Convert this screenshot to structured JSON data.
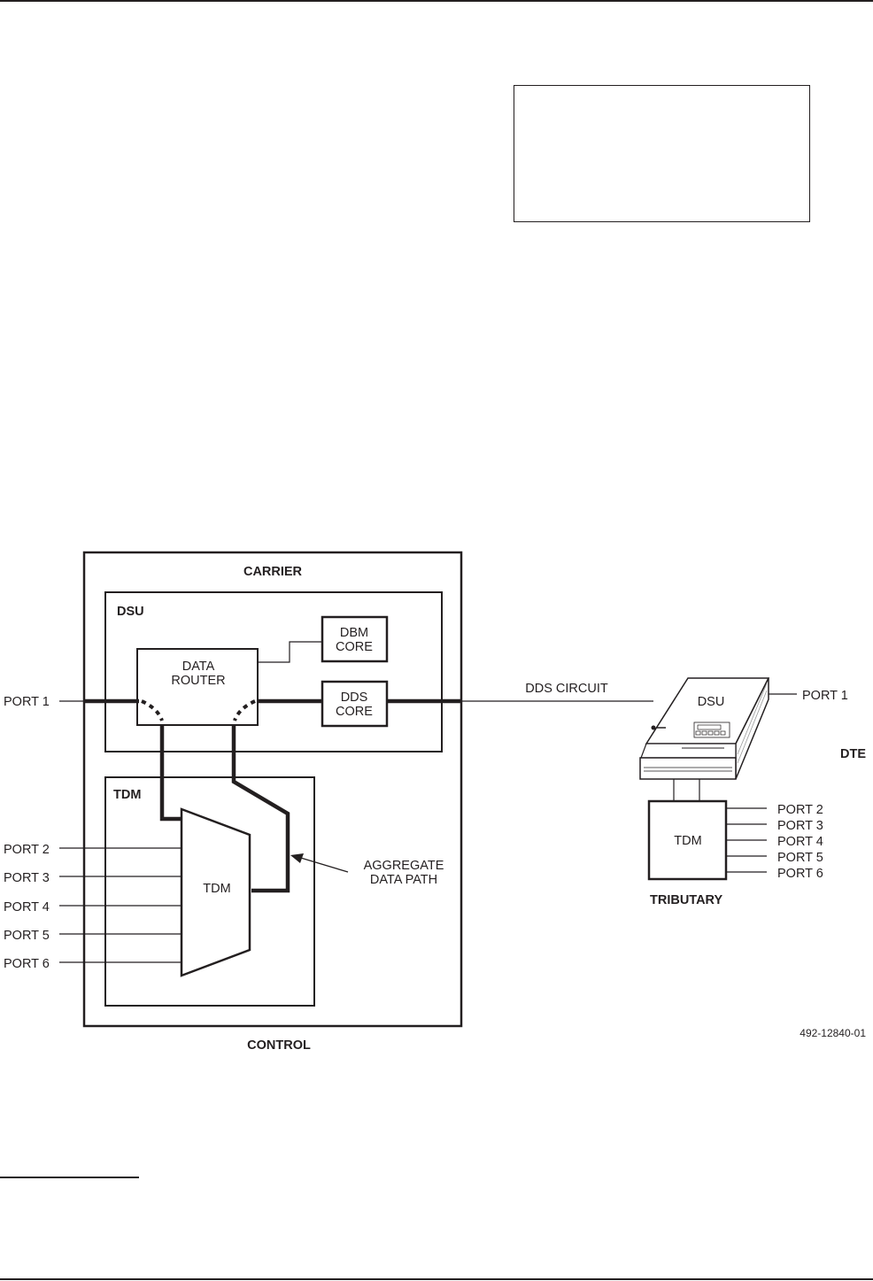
{
  "page": {
    "figure_id": "492-12840-01"
  },
  "diagram": {
    "carrier": {
      "title": "CARRIER",
      "footer": "CONTROL",
      "dsu": {
        "title": "DSU",
        "data_router": [
          "DATA",
          "ROUTER"
        ],
        "dbm_core": [
          "DBM",
          "CORE"
        ],
        "dds_core": [
          "DDS",
          "CORE"
        ]
      },
      "tdm": {
        "title": "TDM",
        "mux_label": "TDM"
      },
      "ports_left": {
        "port1": "PORT 1",
        "tdm_ports": [
          "PORT 2",
          "PORT 3",
          "PORT 4",
          "PORT 5",
          "PORT 6"
        ]
      },
      "annotation": [
        "AGGREGATE",
        "DATA PATH"
      ]
    },
    "link": {
      "label": "DDS CIRCUIT"
    },
    "tributary": {
      "dsu_label": "DSU",
      "port1": "PORT 1",
      "dte": "DTE",
      "tdm_label": "TDM",
      "title": "TRIBUTARY",
      "tdm_ports": [
        "PORT 2",
        "PORT 3",
        "PORT 4",
        "PORT 5",
        "PORT 6"
      ]
    }
  }
}
